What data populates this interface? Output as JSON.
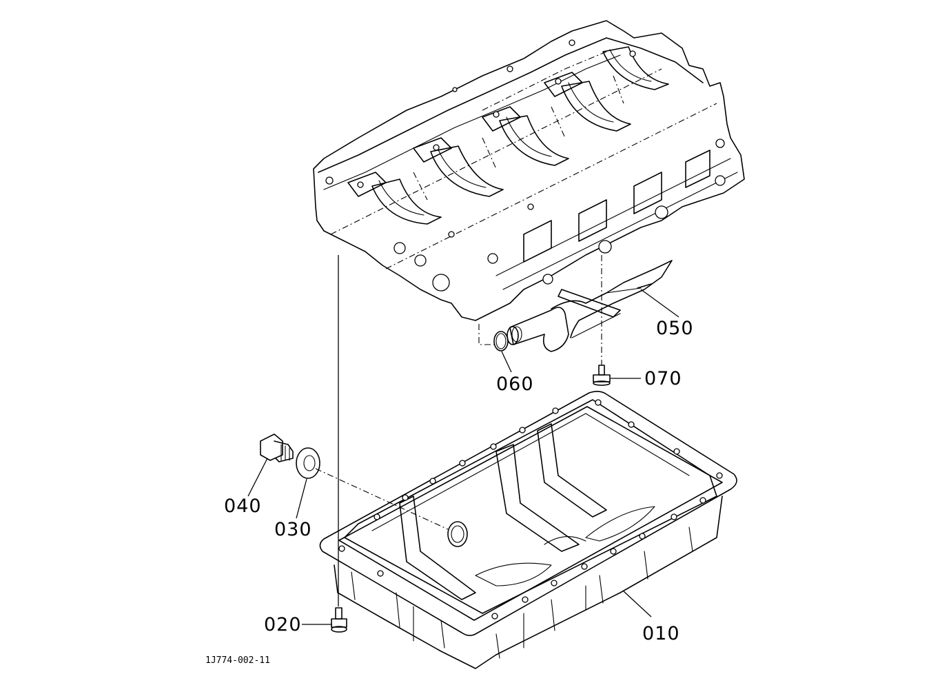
{
  "diagram": {
    "drawing_code": "1J774-002-11",
    "parts": [
      {
        "id": "010",
        "name": "oil-pan"
      },
      {
        "id": "020",
        "name": "pan-bolt"
      },
      {
        "id": "030",
        "name": "drain-plug-gasket"
      },
      {
        "id": "040",
        "name": "drain-plug"
      },
      {
        "id": "050",
        "name": "oil-strainer"
      },
      {
        "id": "060",
        "name": "o-ring"
      },
      {
        "id": "070",
        "name": "strainer-bolt"
      }
    ]
  },
  "colors": {
    "line": "#000000",
    "background": "#ffffff"
  }
}
